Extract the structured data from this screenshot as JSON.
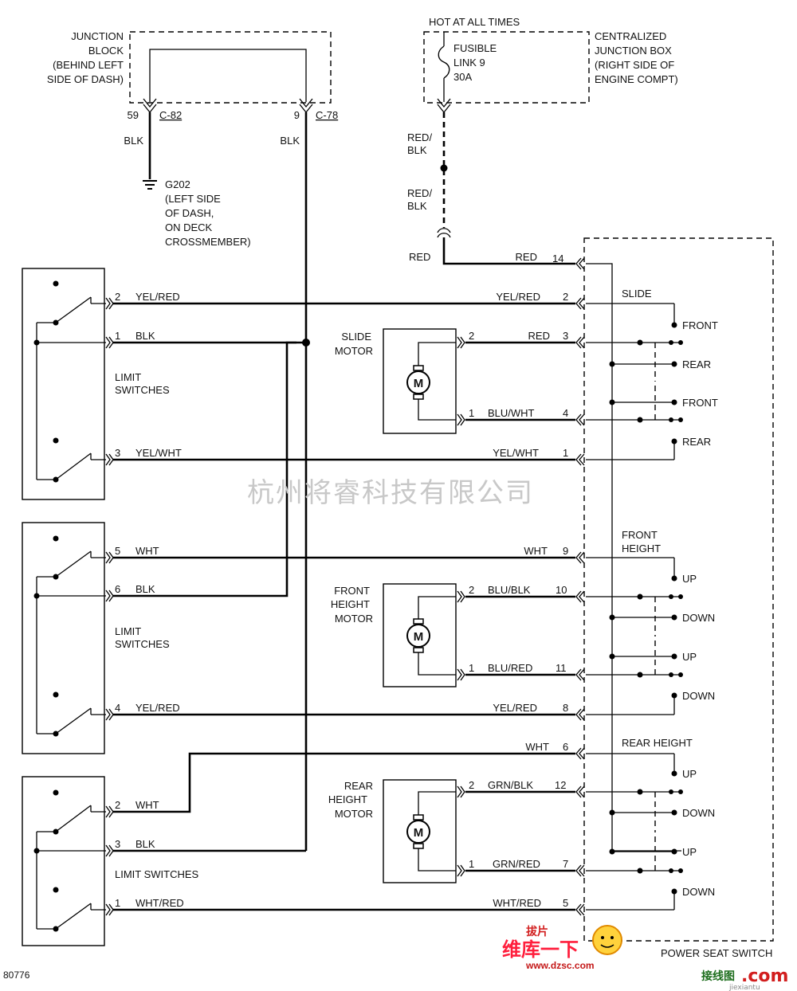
{
  "top": {
    "hot_at_all_times": "HOT AT ALL TIMES",
    "junction_block": [
      "JUNCTION",
      "BLOCK",
      "(BEHIND LEFT",
      "SIDE OF DASH)"
    ],
    "central_box": [
      "CENTRALIZED",
      "JUNCTION BOX",
      "(RIGHT SIDE OF",
      "ENGINE COMPT)"
    ],
    "fusible_link": [
      "FUSIBLE",
      "LINK 9",
      "30A"
    ],
    "pin_c82": "59",
    "conn_c82": "C-82",
    "pin_c78": "9",
    "conn_c78": "C-78",
    "blk_left": "BLK",
    "blk_right": "BLK",
    "ground": [
      "G202",
      "(LEFT SIDE",
      "OF DASH,",
      "ON DECK",
      "CROSSMEMBER)"
    ],
    "redblk_1": [
      "RED/",
      "BLK"
    ],
    "redblk_2": [
      "RED/",
      "BLK"
    ],
    "red_left": "RED"
  },
  "limit_switches": [
    {
      "label": [
        "LIMIT",
        "SWITCHES"
      ]
    },
    {
      "label": [
        "LIMIT",
        "SWITCHES"
      ]
    },
    {
      "label": [
        "LIMIT SWITCHES"
      ]
    }
  ],
  "motors": [
    {
      "label": [
        "SLIDE",
        "MOTOR"
      ],
      "symbol": "M"
    },
    {
      "label": [
        "FRONT",
        "HEIGHT",
        "MOTOR"
      ],
      "symbol": "M"
    },
    {
      "label": [
        "REAR",
        "HEIGHT",
        "MOTOR"
      ],
      "symbol": "M"
    }
  ],
  "left_wires": [
    {
      "pin": "2",
      "color": "YEL/RED"
    },
    {
      "pin": "1",
      "color": "BLK"
    },
    {
      "pin": "3",
      "color": "YEL/WHT"
    },
    {
      "pin": "5",
      "color": "WHT"
    },
    {
      "pin": "6",
      "color": "BLK"
    },
    {
      "pin": "4",
      "color": "YEL/RED"
    },
    {
      "pin": "2",
      "color": "WHT"
    },
    {
      "pin": "3",
      "color": "BLK"
    },
    {
      "pin": "1",
      "color": "WHT/RED"
    }
  ],
  "motor_wires": [
    {
      "pin": "2",
      "color": "RED"
    },
    {
      "pin": "1",
      "color": "BLU/WHT"
    },
    {
      "pin": "2",
      "color": "BLU/BLK"
    },
    {
      "pin": "1",
      "color": "BLU/RED"
    },
    {
      "pin": "2",
      "color": "GRN/BLK"
    },
    {
      "pin": "1",
      "color": "GRN/RED"
    }
  ],
  "switch_wires": [
    {
      "color": "RED",
      "pin": "14"
    },
    {
      "color": "YEL/RED",
      "pin": "2"
    },
    {
      "color": "RED",
      "pin": "3"
    },
    {
      "color": "BLU/WHT",
      "pin": "4"
    },
    {
      "color": "YEL/WHT",
      "pin": "1"
    },
    {
      "color": "WHT",
      "pin": "9"
    },
    {
      "color": "BLU/BLK",
      "pin": "10"
    },
    {
      "color": "BLU/RED",
      "pin": "11"
    },
    {
      "color": "YEL/RED",
      "pin": "8"
    },
    {
      "color": "WHT",
      "pin": "6"
    },
    {
      "color": "GRN/BLK",
      "pin": "12"
    },
    {
      "color": "GRN/RED",
      "pin": "7"
    },
    {
      "color": "WHT/RED",
      "pin": "5"
    }
  ],
  "seat_switch": {
    "title": "POWER SEAT SWITCH",
    "group_slide": "SLIDE",
    "group_front": [
      "FRONT",
      "HEIGHT"
    ],
    "group_rear": "REAR HEIGHT",
    "positions": [
      "FRONT",
      "REAR",
      "FRONT",
      "REAR",
      "UP",
      "DOWN",
      "UP",
      "DOWN",
      "UP",
      "DOWN",
      "UP",
      "DOWN"
    ]
  },
  "diagram_id": "80776",
  "watermark": "杭州将睿科技有限公司",
  "logo": {
    "line1": "拔片",
    "line2": "维库一下",
    "url": "www.dzsc.com",
    "site_cn": "接线图",
    "site_com": ".com",
    "site_pinyin": "jiexiantu"
  }
}
